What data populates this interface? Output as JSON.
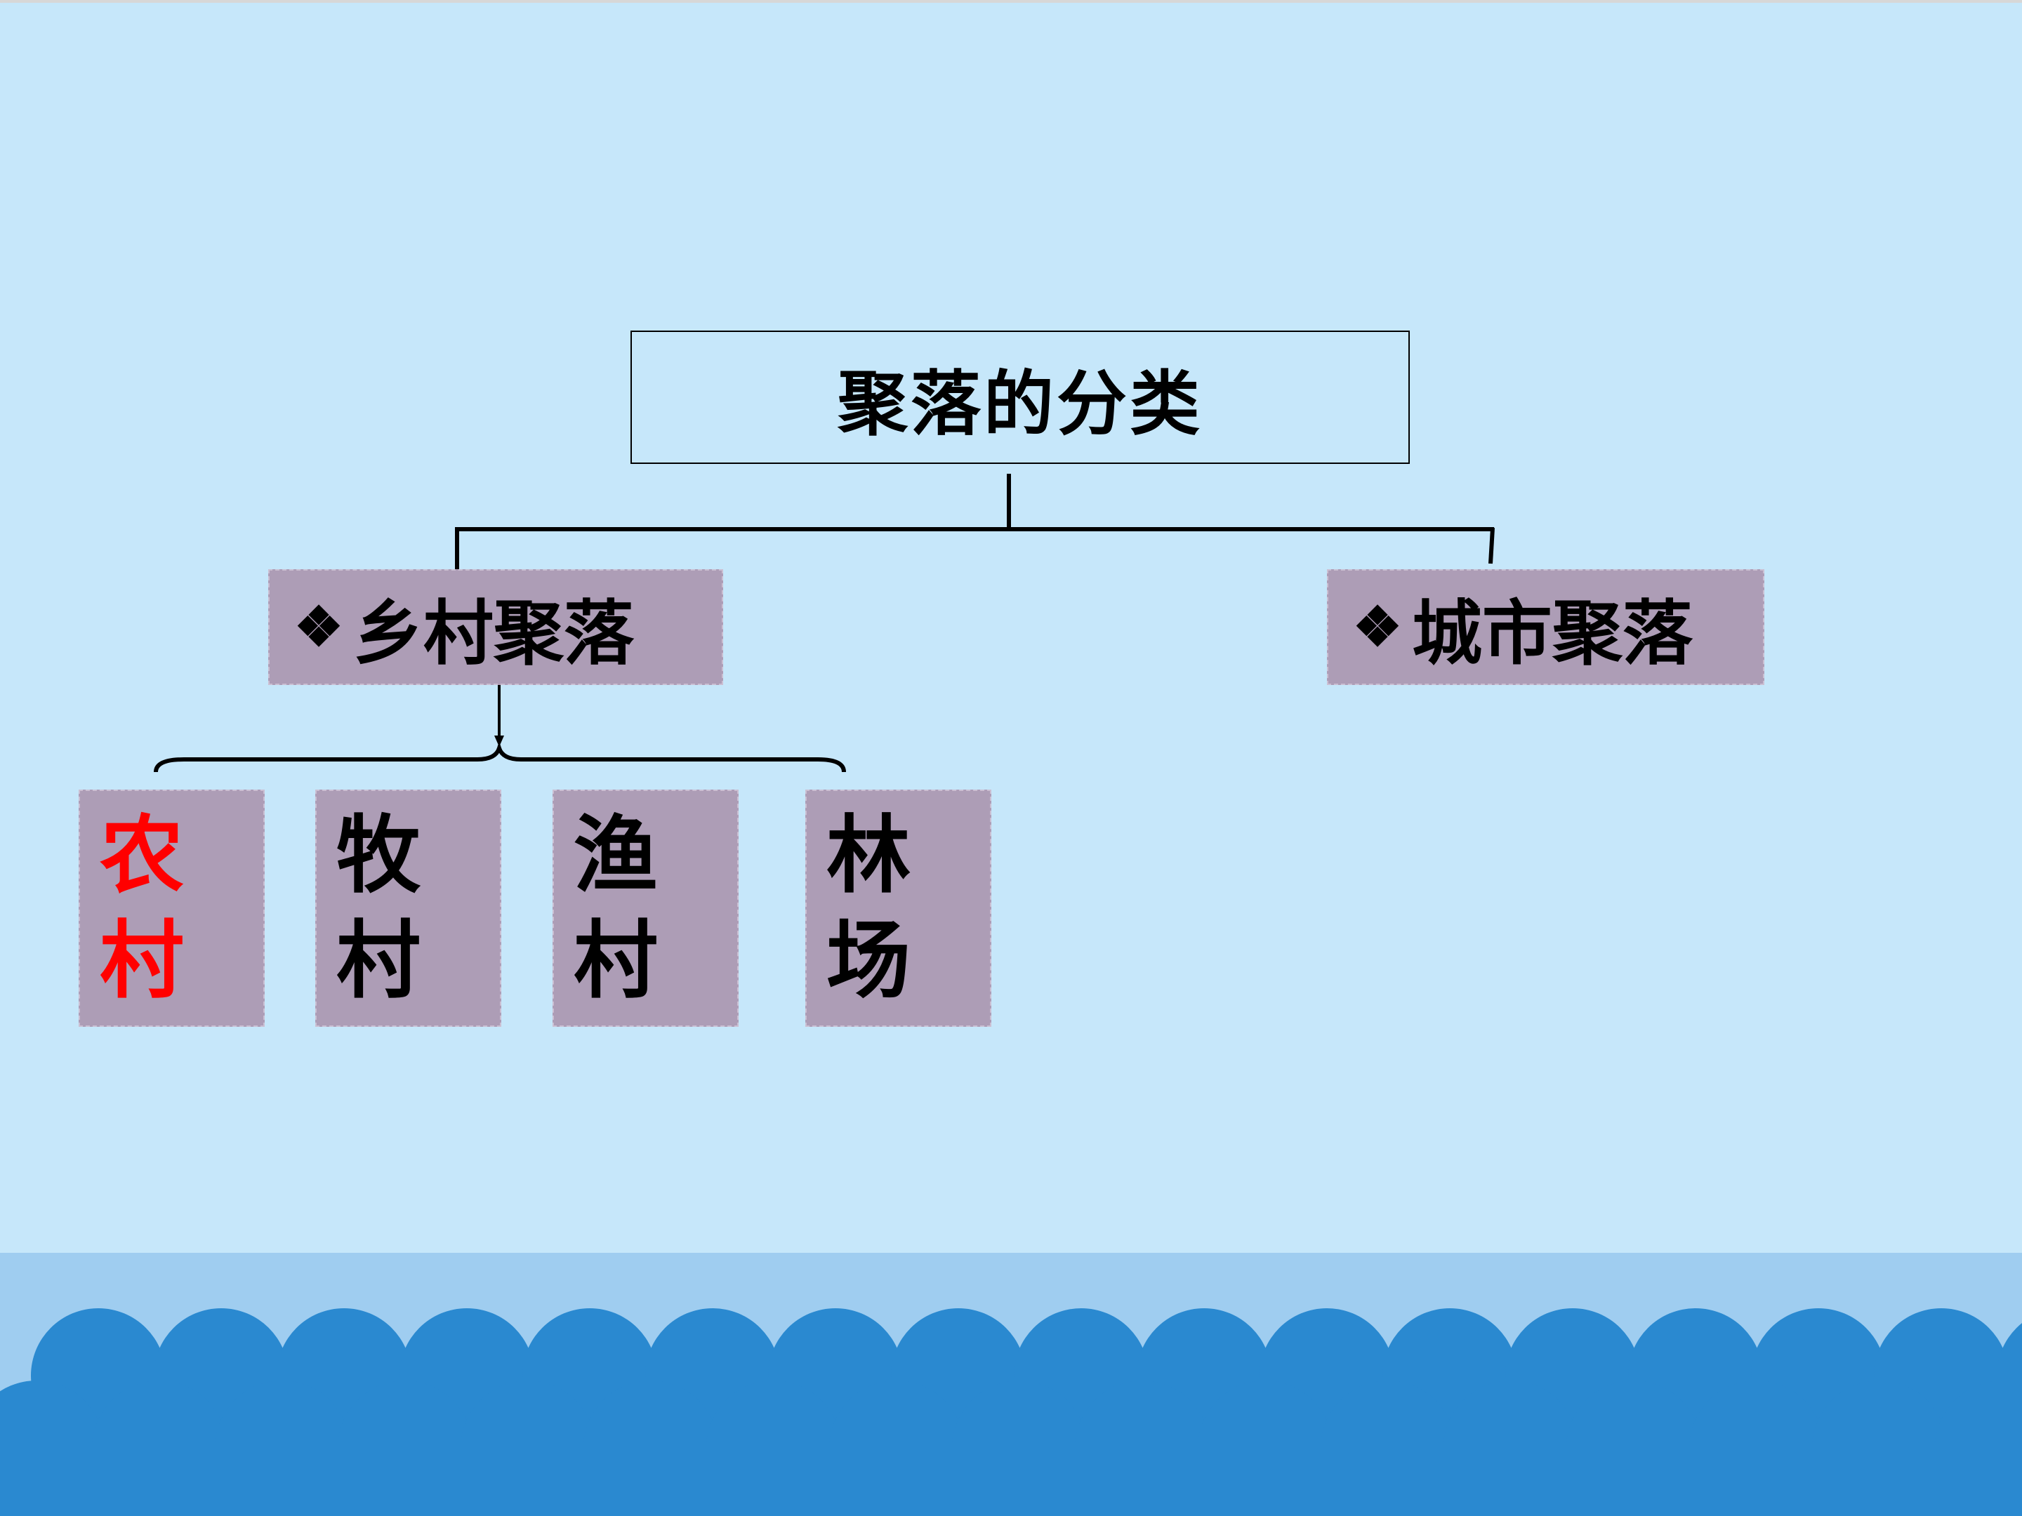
{
  "diagram": {
    "root": "聚落的分类",
    "categories": [
      {
        "bullet": "❖",
        "label": "乡村聚落"
      },
      {
        "bullet": "❖",
        "label": "城市聚落"
      }
    ],
    "leaves": [
      {
        "line1": "农",
        "line2": "村",
        "color": "#ff0000"
      },
      {
        "line1": "牧",
        "line2": "村"
      },
      {
        "line1": "渔",
        "line2": "村"
      },
      {
        "line1": "林",
        "line2": "场"
      }
    ]
  },
  "colors": {
    "background": "#c6e7fa",
    "box_fill": "#ad9db6",
    "wave_dark": "#2a89d0",
    "wave_band": "#9fcdf0",
    "highlight_text": "#ff0000"
  }
}
